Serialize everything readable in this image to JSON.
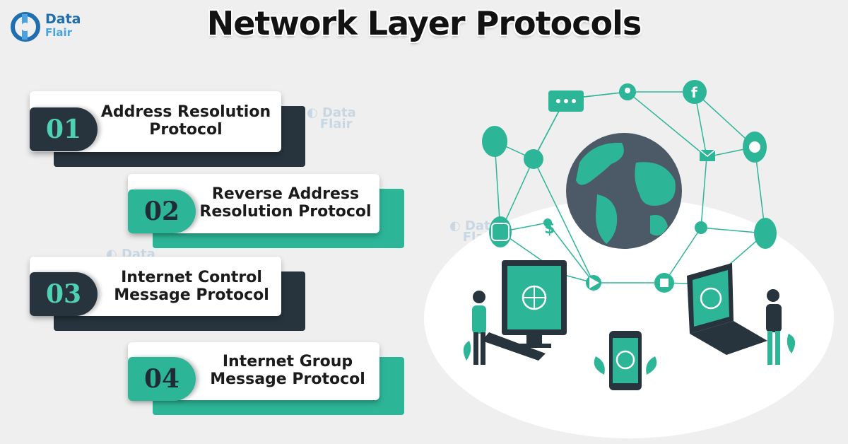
{
  "logo": {
    "line1": "Data",
    "line2": "Flair"
  },
  "title": "Network Layer Protocols",
  "items": [
    {
      "number": "01",
      "line1": "Address Resolution",
      "line2": "Protocol"
    },
    {
      "number": "02",
      "line1": "Reverse Address",
      "line2": "Resolution Protocol"
    },
    {
      "number": "03",
      "line1": "Internet Control",
      "line2": "Message Protocol"
    },
    {
      "number": "04",
      "line1": "Internet Group",
      "line2": "Message Protocol"
    }
  ],
  "colors": {
    "dark": "#27333d",
    "teal": "#2db597",
    "accent": "#4fd1b6",
    "background": "#efefef"
  },
  "illustration": {
    "icons": [
      "chat-icon",
      "location-pin-icon",
      "facebook-icon",
      "user-icon",
      "mail-icon",
      "twitter-icon",
      "dollar-icon",
      "instagram-icon",
      "play-icon",
      "like-icon"
    ],
    "devices": [
      "desktop-monitor",
      "smartphone",
      "laptop"
    ]
  }
}
